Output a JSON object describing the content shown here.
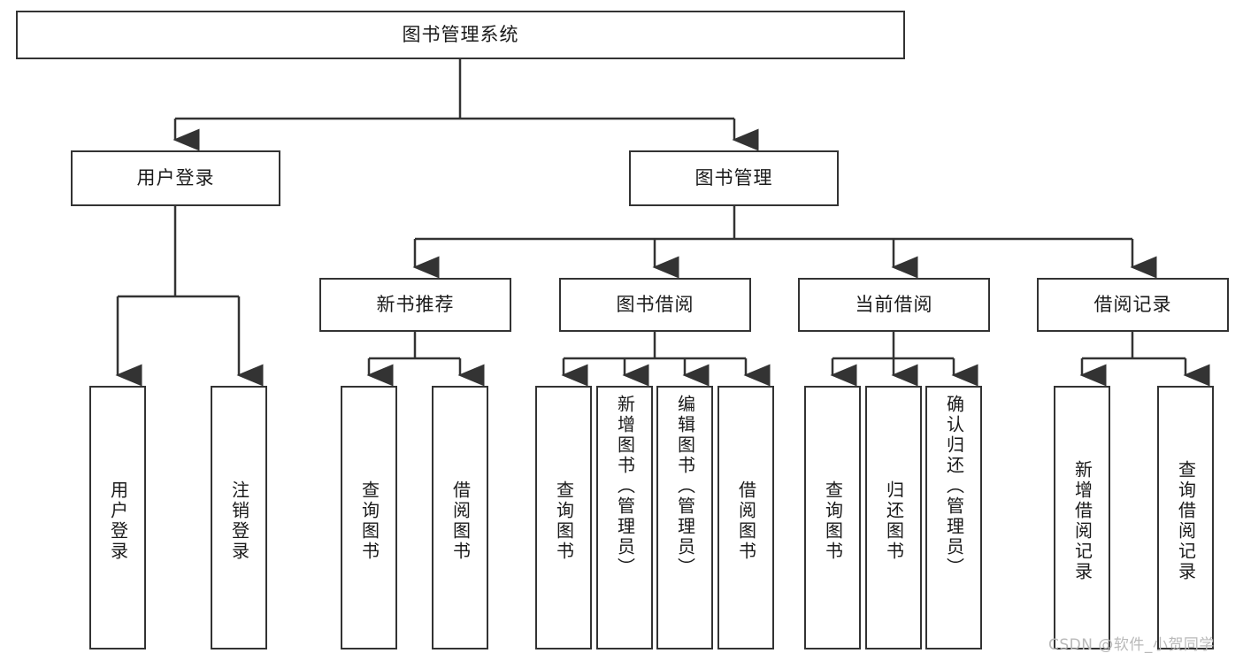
{
  "diagram": {
    "title": "图书管理系统",
    "type": "tree",
    "watermark": "CSDN @软件_小贺同学",
    "colors": {
      "stroke": "#333333",
      "box_fill": "#ffffff",
      "text": "#1a1a1a",
      "background": "#ffffff",
      "watermark": "#b9b9b9"
    },
    "nodes": {
      "root": {
        "label": "图书管理系统"
      },
      "level2": [
        {
          "label": "用户登录"
        },
        {
          "label": "图书管理"
        }
      ],
      "level3": [
        {
          "label": "新书推荐"
        },
        {
          "label": "图书借阅"
        },
        {
          "label": "当前借阅"
        },
        {
          "label": "借阅记录"
        }
      ],
      "leaves": {
        "user_login": [
          {
            "label": "用户登录"
          },
          {
            "label": "注销登录"
          }
        ],
        "new_book": [
          {
            "label": "查询图书"
          },
          {
            "label": "借阅图书"
          }
        ],
        "book_borrow": [
          {
            "label": "查询图书"
          },
          {
            "label": "新增图书（管理员）"
          },
          {
            "label": "编辑图书（管理员）"
          },
          {
            "label": "借阅图书"
          }
        ],
        "current_borrow": [
          {
            "label": "查询图书"
          },
          {
            "label": "归还图书"
          },
          {
            "label": "确认归还（管理员）"
          }
        ],
        "borrow_record": [
          {
            "label": "新增借阅记录"
          },
          {
            "label": "查询借阅记录"
          }
        ]
      }
    }
  }
}
